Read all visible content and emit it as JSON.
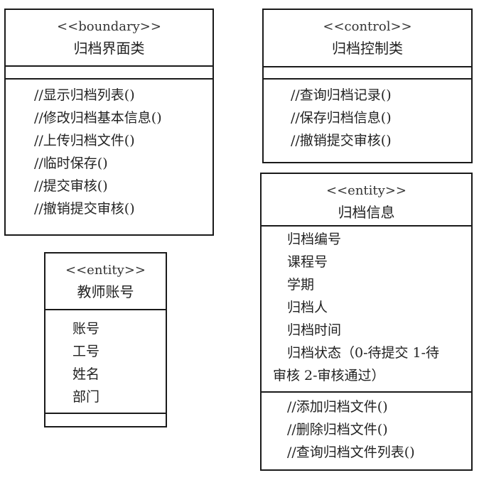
{
  "boundary_class": {
    "stereotype": "<<boundary>>",
    "name": "归档界面类",
    "attributes": [],
    "operations": [
      "//显示归档列表()",
      "//修改归档基本信息()",
      "//上传归档文件()",
      "//临时保存()",
      "//提交审核()",
      "//撤销提交审核()"
    ]
  },
  "control_class": {
    "stereotype": "<<control>>",
    "name": "归档控制类",
    "attributes": [],
    "operations": [
      "//查询归档记录()",
      "//保存归档信息()",
      "//撤销提交审核()"
    ]
  },
  "archive_entity": {
    "stereotype": "<<entity>>",
    "name": "归档信息",
    "attributes": [
      "归档编号",
      "课程号",
      "学期",
      "归档人",
      "归档时间",
      "归档状态（0-待提交 1-待",
      "审核 2-审核通过）"
    ],
    "operations": [
      "//添加归档文件()",
      "//删除归档文件()",
      "//查询归档文件列表()"
    ]
  },
  "teacher_entity": {
    "stereotype": "<<entity>>",
    "name": "教师账号",
    "attributes": [
      "账号",
      "工号",
      "姓名",
      "部门"
    ],
    "operations": []
  }
}
